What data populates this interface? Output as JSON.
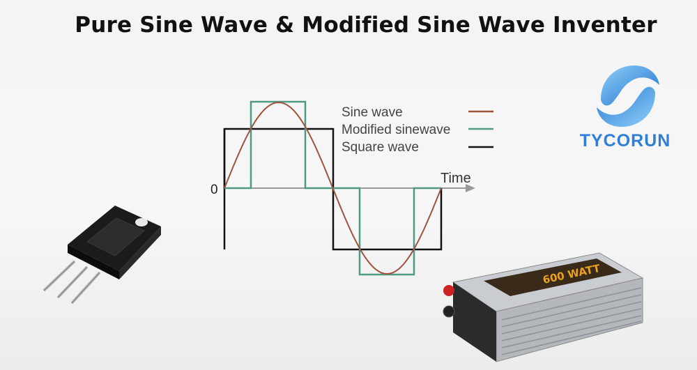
{
  "title": "Pure Sine Wave & Modified Sine Wave Inventer",
  "brand": {
    "name": "TYCORUN",
    "color": "#2f7fd6",
    "logo_icon": "swirl-logo-icon"
  },
  "diagram": {
    "origin_label": "0",
    "axis_label": "Time",
    "legend": [
      {
        "name": "Sine wave",
        "color": "#a0523c"
      },
      {
        "name": "Modified sinewave",
        "color": "#4f9a84"
      },
      {
        "name": "Square wave",
        "color": "#111111"
      }
    ]
  },
  "inverter_label": "600 WATT",
  "images": [
    "transistor-icon",
    "inverter-device-icon"
  ]
}
